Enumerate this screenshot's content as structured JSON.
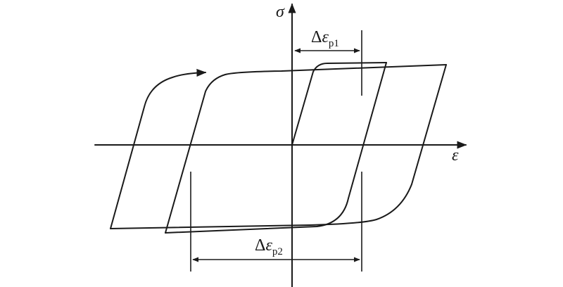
{
  "axes": {
    "y_symbol": "σ",
    "x_symbol": "ε"
  },
  "annotations": {
    "delta_ep1": {
      "delta": "Δ",
      "symbol": "ε",
      "subscript": "p1"
    },
    "delta_ep2": {
      "delta": "Δ",
      "symbol": "ε",
      "subscript": "p2"
    }
  },
  "colors": {
    "line": "#1a1a1a",
    "background": "#ffffff"
  }
}
